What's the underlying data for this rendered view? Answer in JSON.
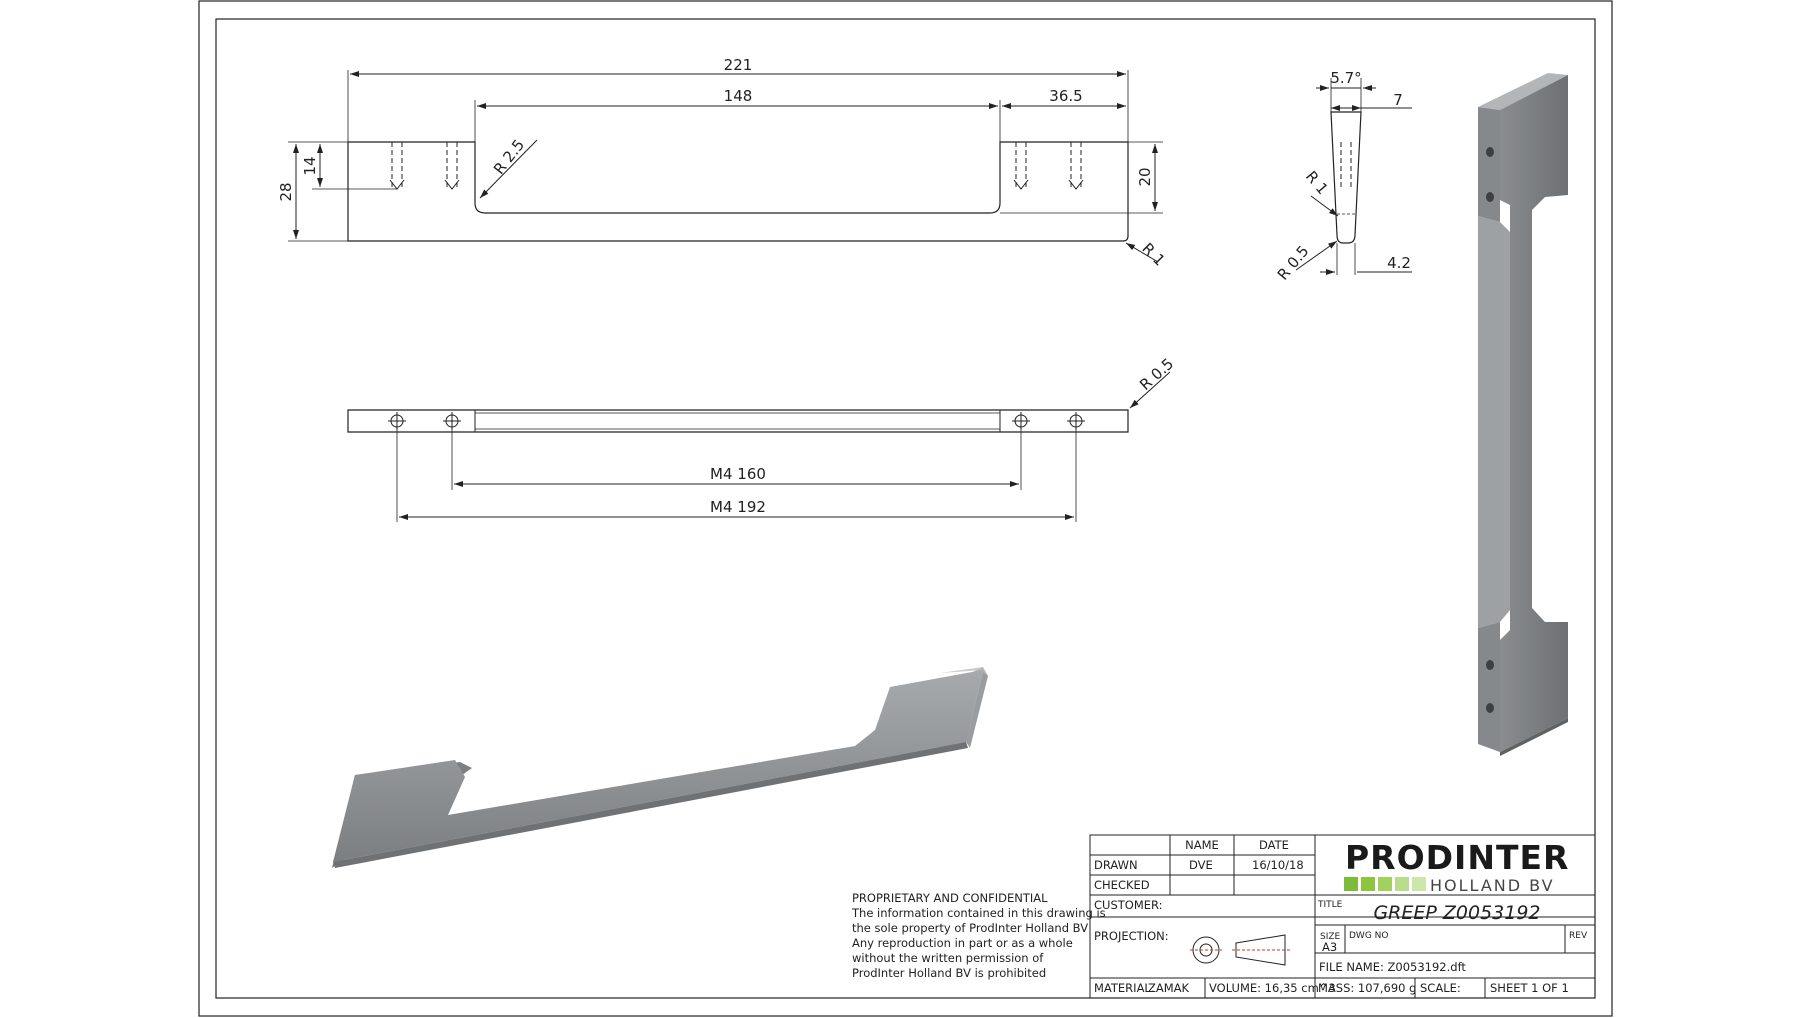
{
  "views": {
    "front": {
      "overall": "221",
      "middle": "148",
      "end": "36.5",
      "height": "28",
      "hole_offset": "14",
      "inner_height": "20",
      "inner_radius": "R 2.5",
      "corner_radius": "R 1"
    },
    "side": {
      "angle": "5.7°",
      "top_width": "7",
      "bottom_width": "4.2",
      "radius_1": "R 1",
      "radius_2": "R 0.5"
    },
    "top": {
      "radius": "R 0.5",
      "hole_160": "M4  160",
      "hole_192": "M4  192"
    }
  },
  "confidential": {
    "heading": "PROPRIETARY AND CONFIDENTIAL",
    "lines": [
      "The information contained in this drawing is",
      "the sole property of ProdInter Holland  BV",
      "Any reproduction in part or as a whole",
      "without the written permission of",
      "ProdInter Holland BV is prohibited"
    ]
  },
  "title_block": {
    "col_name": "NAME",
    "col_date": "DATE",
    "drawn_label": "DRAWN",
    "drawn_name": "DVE",
    "drawn_date": "16/10/18",
    "checked_label": "CHECKED",
    "customer_label": "CUSTOMER:",
    "projection_label": "PROJECTION:",
    "material_label": "MATERIAL:",
    "material_value": "ZAMAK",
    "volume": "VOLUME: 16,35 cm^3",
    "mass": "MASS: 107,690 g",
    "scale": "SCALE:",
    "sheet": "SHEET 1 OF 1",
    "title_label": "TITLE",
    "title_value": "GREEP Z0053192",
    "size_label": "SIZE",
    "size_value": "A3",
    "dwg_label": "DWG NO",
    "rev_label": "REV",
    "file_name": "FILE NAME: Z0053192.dft",
    "company": "PRODINTER",
    "company_sub": "HOLLAND BV"
  },
  "colors": {
    "brand_green": "#8cc63f",
    "brand_green_light": "#b9dd8a",
    "part_gray": "#8e9194",
    "part_dark": "#6f7275",
    "part_light": "#c9cbcd"
  }
}
